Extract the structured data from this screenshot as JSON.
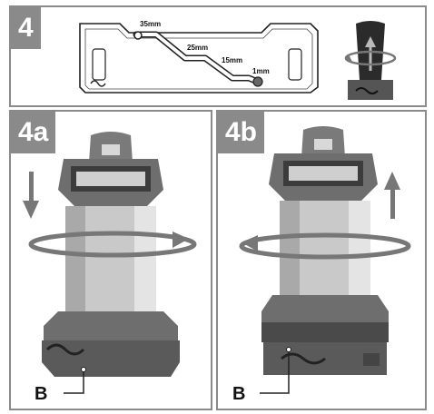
{
  "panels": {
    "step": "4",
    "a": "4a",
    "b": "4b"
  },
  "diagram": {
    "m35": "35mm",
    "m25": "25mm",
    "m15": "15mm",
    "m1": "1mm"
  },
  "callouts": {
    "a": "B",
    "b": "B"
  },
  "colors": {
    "frame": "#8a8a8a",
    "tag_bg": "#8a8a8a",
    "body_grey": "#6e6e6e",
    "arrow_grey": "#777777",
    "steel": "#c9c9c9"
  }
}
